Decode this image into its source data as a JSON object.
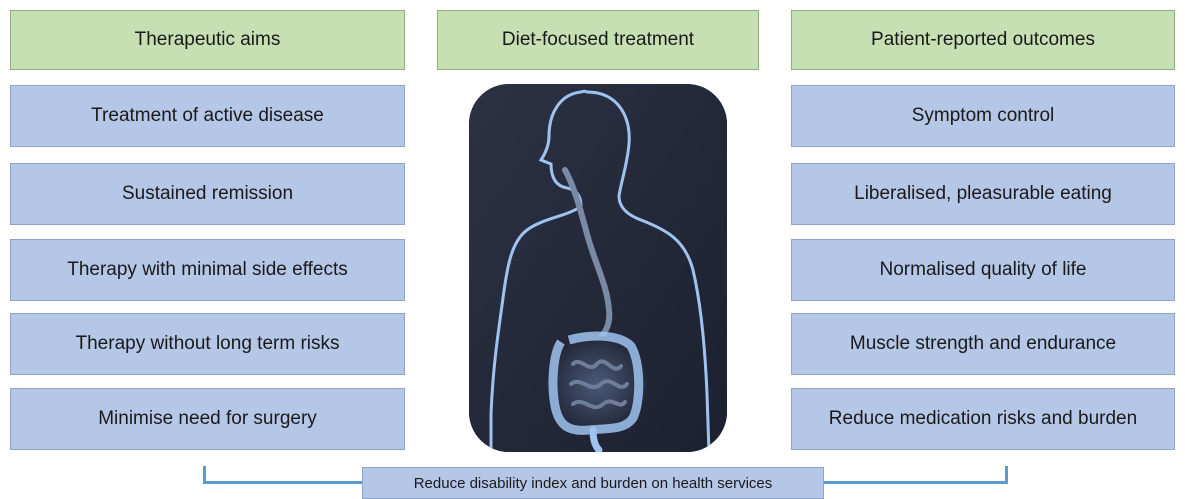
{
  "headers": {
    "left": "Therapeutic aims",
    "center": "Diet-focused treatment",
    "right": "Patient-reported outcomes"
  },
  "left_items": [
    "Treatment of active disease",
    "Sustained remission",
    "Therapy with minimal side effects",
    "Therapy without long term risks",
    "Minimise need for surgery"
  ],
  "right_items": [
    "Symptom control",
    "Liberalised, pleasurable eating",
    "Normalised quality of life",
    "Muscle strength and endurance",
    "Reduce medication risks and burden"
  ],
  "footer": "Reduce disability index and burden on health services",
  "colors": {
    "header_fill": "#c6e0b4",
    "item_fill": "#b4c7e7",
    "bracket": "#5b9bd5",
    "figure_background": "#232838",
    "figure_outline": "#9fc3f0"
  },
  "figure_icon": "human-digestive-system-icon"
}
